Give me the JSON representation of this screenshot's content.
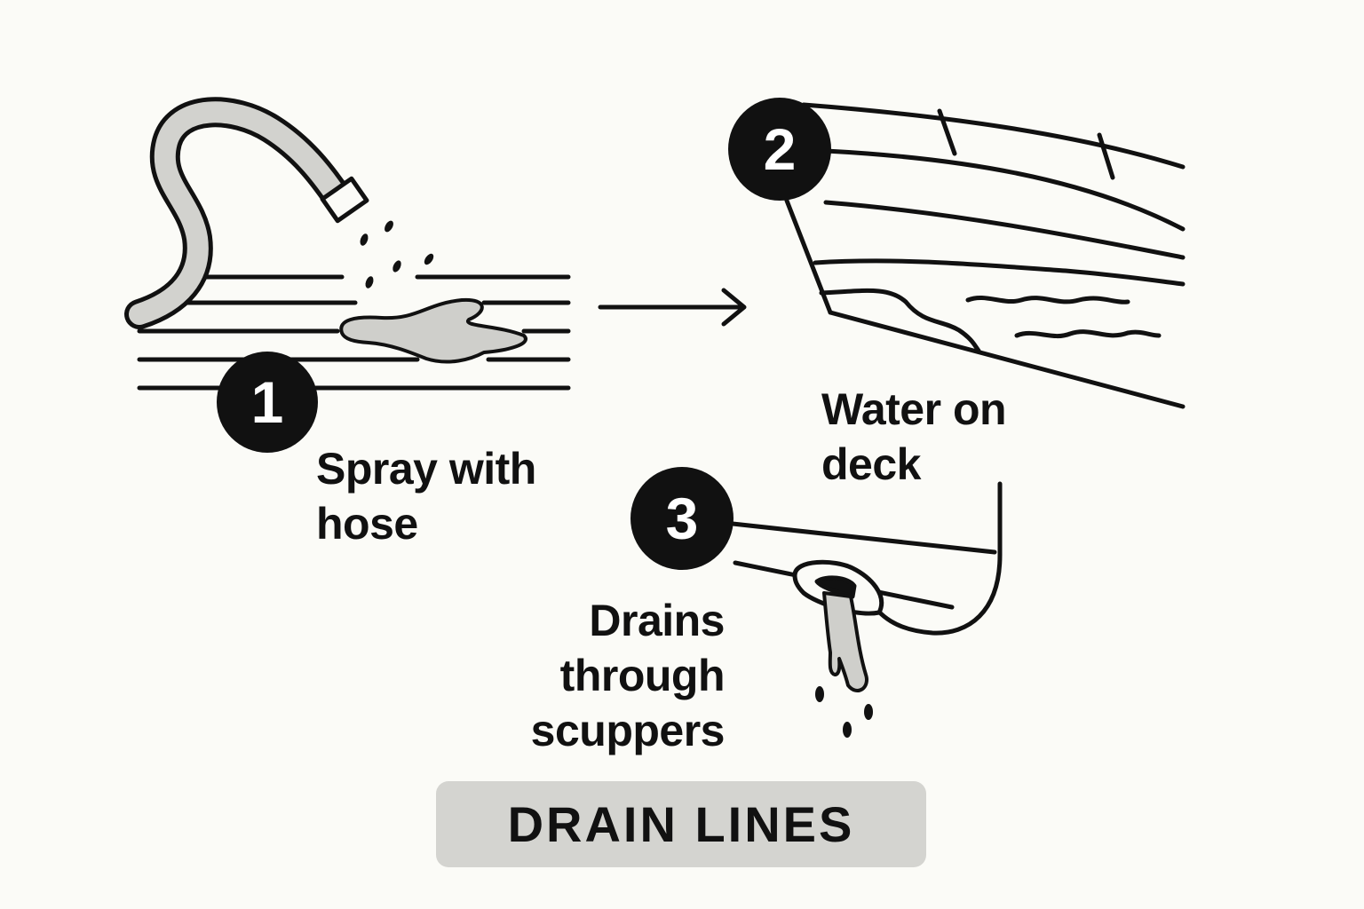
{
  "steps": [
    {
      "number": "1",
      "label_lines": [
        "Spray with",
        "hose"
      ]
    },
    {
      "number": "2",
      "label_lines": [
        "Water on",
        "deck"
      ]
    },
    {
      "number": "3",
      "label_lines": [
        "Drains",
        "through",
        "scuppers"
      ]
    }
  ],
  "title": "DRAIN LINES",
  "colors": {
    "background": "#fbfbf7",
    "ink": "#111111",
    "water_fill": "#cfcfcb",
    "hose_fill": "#d2d2ce",
    "title_box": "#d4d4d0"
  },
  "icons": [
    "hose-icon",
    "water-drops-icon",
    "deck-planks-icon",
    "arrow-right-icon",
    "boat-hull-icon",
    "scupper-drain-icon"
  ]
}
